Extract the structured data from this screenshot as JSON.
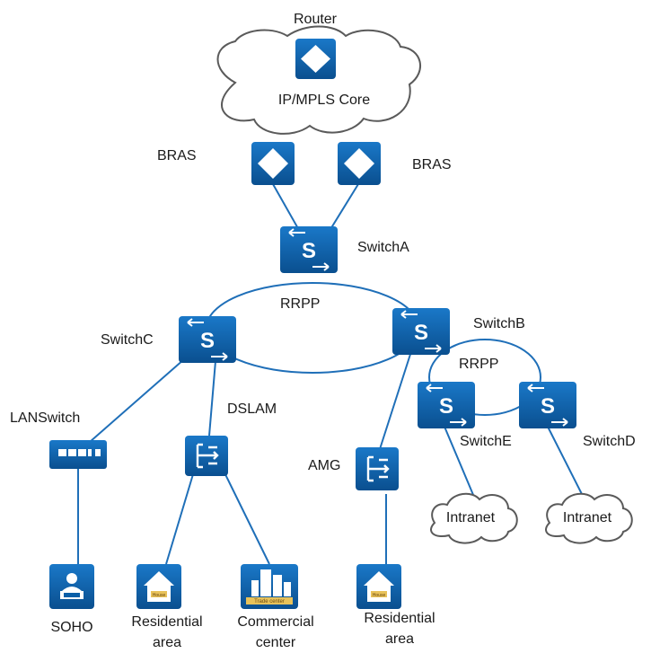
{
  "colors": {
    "device": "#0a5fa8",
    "device_dark": "#0a4f8f",
    "line": "#1f6fb8",
    "cloud": "#5a5a5a"
  },
  "labels": {
    "router": "Router",
    "core": "IP/MPLS Core",
    "bras_left": "BRAS",
    "bras_right": "BRAS",
    "switch_a": "SwitchA",
    "switch_b": "SwitchB",
    "switch_c": "SwitchC",
    "switch_d": "SwitchD",
    "switch_e": "SwitchE",
    "rrpp_main": "RRPP",
    "rrpp_sub": "RRPP",
    "lanswitch": "LANSwitch",
    "dslam": "DSLAM",
    "amg": "AMG",
    "intranet_1": "Intranet",
    "intranet_2": "Intranet",
    "soho": "SOHO",
    "residential_1": "Residential\narea",
    "commercial": "Commercial\ncenter",
    "residential_2": "Residential\narea",
    "house_tag_1": "House",
    "house_tag_2": "House",
    "trade_tag": "Trade center"
  },
  "icons": {
    "router": "router-icon",
    "bras": "bras-router-icon",
    "switch": "switch-icon",
    "lanswitch": "lan-switch-icon",
    "dslam": "dslam-icon",
    "soho": "user-workstation-icon",
    "house": "house-icon",
    "building": "commercial-building-icon",
    "cloud": "cloud-icon"
  }
}
